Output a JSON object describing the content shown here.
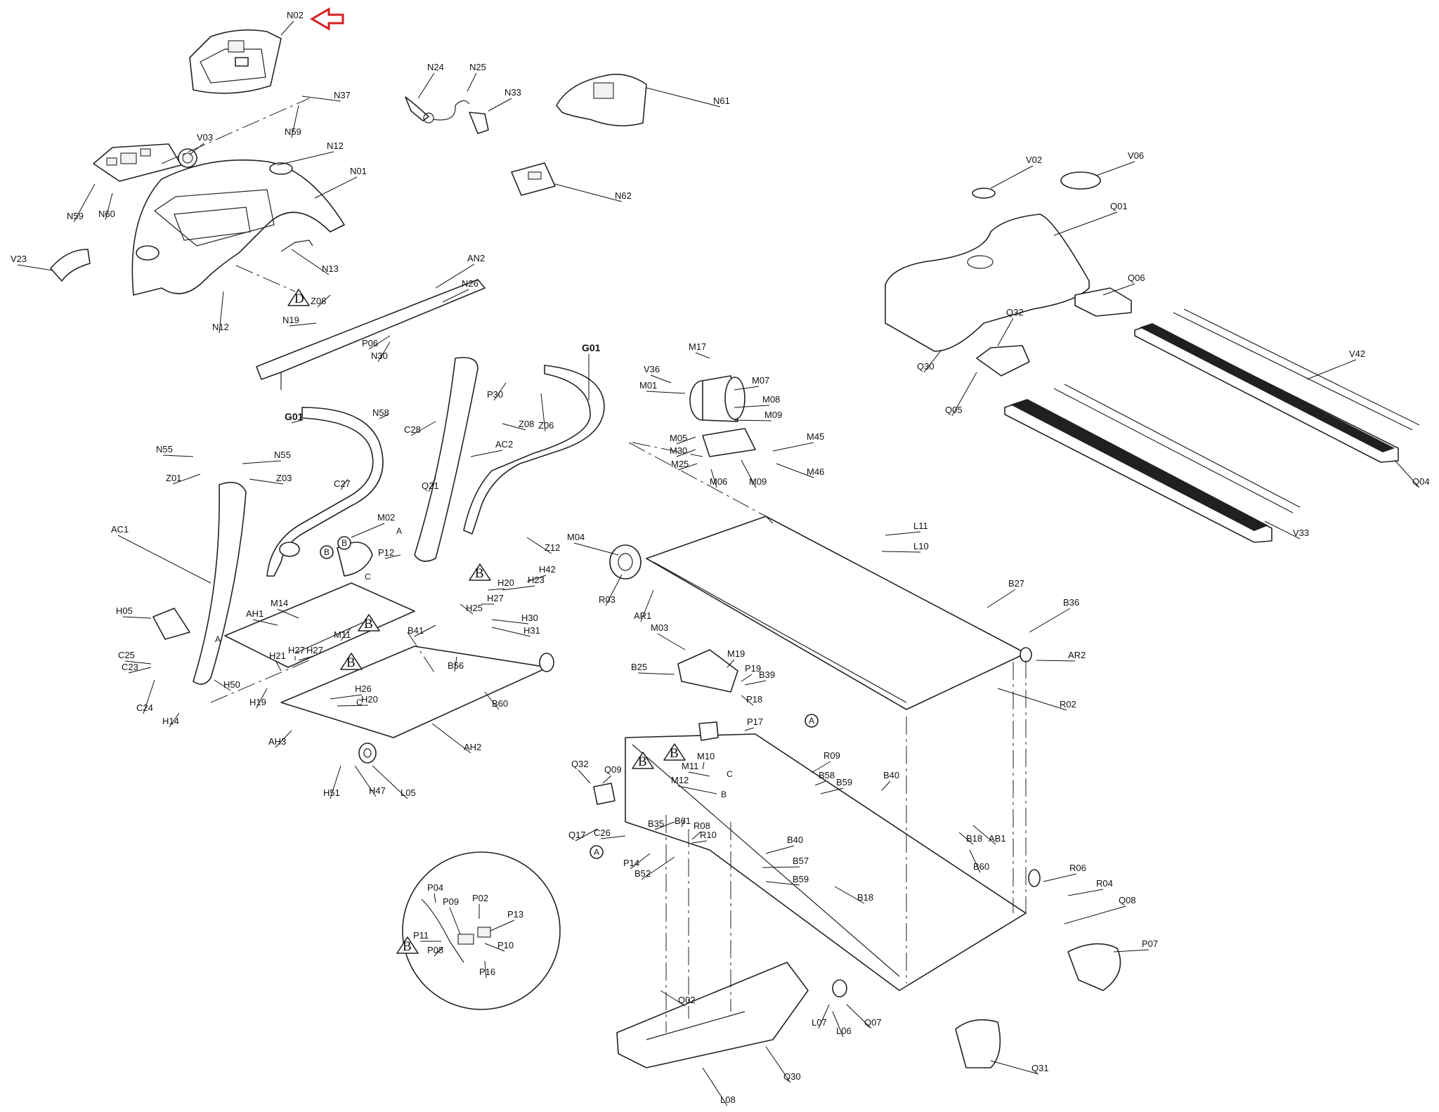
{
  "diagram": {
    "highlight_part": "N02",
    "highlight_arrow_color": "#d42020",
    "callouts": [
      "N02",
      "N37",
      "N59",
      "N24",
      "N25",
      "N33",
      "N61",
      "V03",
      "N12",
      "N01",
      "N60",
      "N59",
      "N13",
      "V23",
      "N12",
      "N62",
      "V02",
      "V06",
      "Q01",
      "Q06",
      "Q32",
      "Q30",
      "Q05",
      "V42",
      "Q04",
      "V33",
      "AN2",
      "N26",
      "Z08",
      "N19",
      "P06",
      "N30",
      "G01",
      "P30",
      "Z06",
      "Z08",
      "N58",
      "G01",
      "C28",
      "N55",
      "N55",
      "Z01",
      "Z03",
      "C27",
      "Q21",
      "AC2",
      "AC1",
      "M02",
      "P12",
      "Z12",
      "H42",
      "H23",
      "H20",
      "H27",
      "H25",
      "H30",
      "H31",
      "B41",
      "B56",
      "B60",
      "M14",
      "AH1",
      "M11",
      "H05",
      "C25",
      "C23",
      "C24",
      "H14",
      "H50",
      "H21",
      "H27",
      "H27",
      "H19",
      "H26",
      "H20",
      "AH3",
      "AH2",
      "H51",
      "H47",
      "L05",
      "M17",
      "V36",
      "M01",
      "M07",
      "M08",
      "M09",
      "M05",
      "M30",
      "M25",
      "M06",
      "M09",
      "M45",
      "M46",
      "M04",
      "R03",
      "AR1",
      "L11",
      "L10",
      "B27",
      "B36",
      "AR2",
      "R02",
      "M03",
      "M19",
      "P19",
      "B39",
      "B25",
      "P18",
      "P17",
      "R09",
      "B58",
      "B59",
      "B40",
      "M10",
      "M11",
      "M12",
      "Q32",
      "Q09",
      "Q17",
      "C26",
      "P14",
      "B52",
      "B35",
      "B61",
      "R08",
      "R10",
      "B40",
      "B57",
      "B59",
      "B18",
      "B18",
      "AB1",
      "B60",
      "R06",
      "R04",
      "Q08",
      "P07",
      "P04",
      "P02",
      "P09",
      "P13",
      "P11",
      "P08",
      "P10",
      "P16",
      "Q02",
      "Q30",
      "L08",
      "L07",
      "L06",
      "Q07",
      "Q31"
    ],
    "assembly_marks": [
      "A",
      "B",
      "C",
      "D"
    ]
  }
}
